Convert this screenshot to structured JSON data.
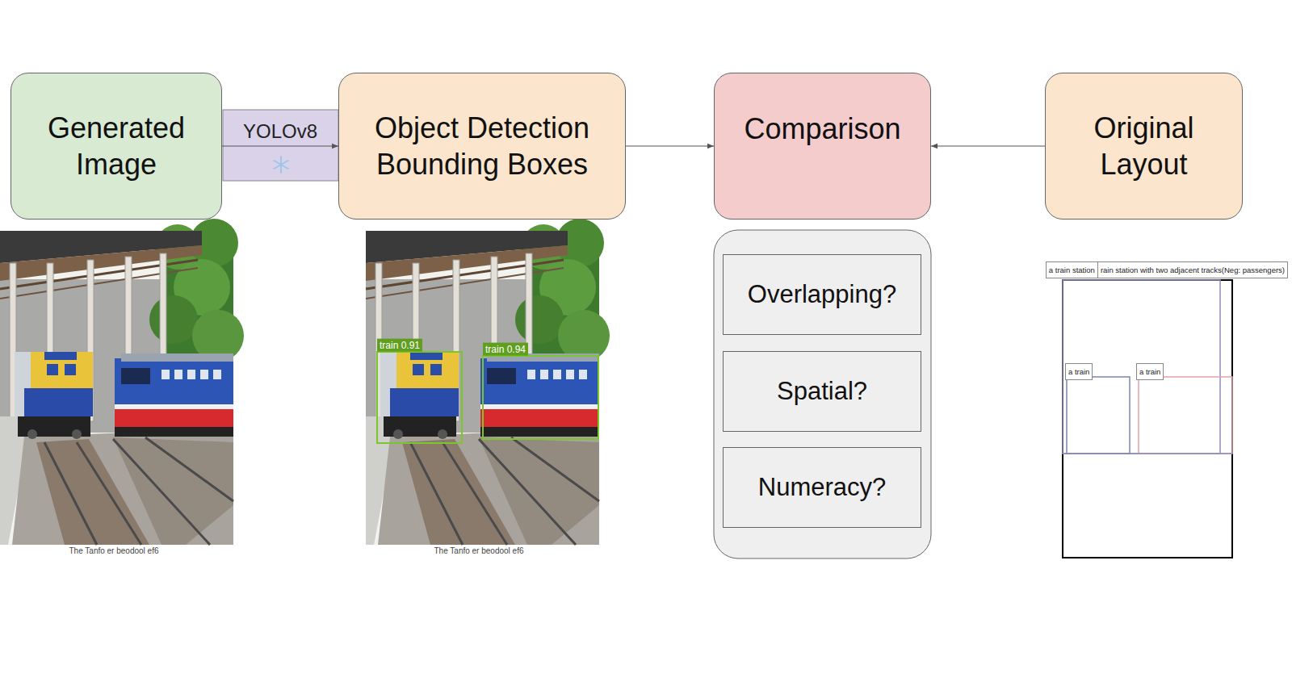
{
  "diagram": {
    "nodes": [
      {
        "text": [
          "Generated Image"
        ]
      },
      {
        "text": [
          "Object Detection Bounding Boxes"
        ]
      },
      {
        "text": [
          "Comparison"
        ]
      },
      {
        "text": [
          "Original Layout"
        ]
      },
      {
        "text": [
          "Overlapping?"
        ]
      },
      {
        "text": [
          "Spatial?"
        ]
      },
      {
        "text": [
          "Numeracy?"
        ]
      }
    ],
    "edges": [
      {
        "from": 0,
        "to": 1,
        "arrow": "to",
        "label": "YOLOv8"
      },
      {
        "from": 1,
        "to": 2,
        "arrow": "to"
      },
      {
        "from": 3,
        "to": 2,
        "arrow": "to"
      }
    ],
    "labels": [
      "train 0.91",
      "train 0.94",
      "The Tanfo er beodool ef6",
      "The Tanfo er beodool ef6",
      "a train station",
      "rain station with two adjacent tracks(Neg: passengers)",
      "a train",
      "a train"
    ]
  }
}
